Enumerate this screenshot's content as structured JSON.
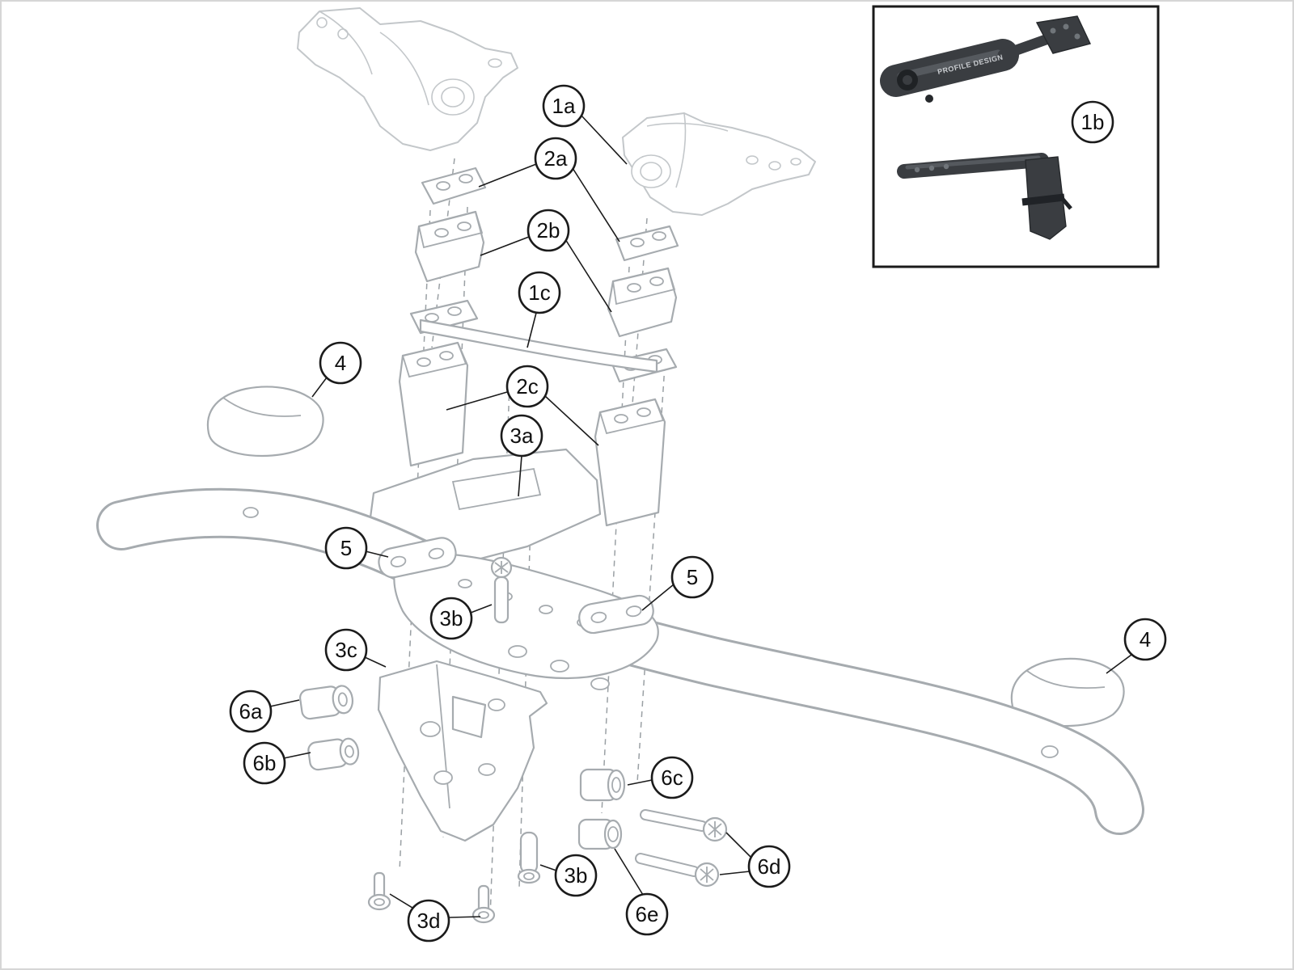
{
  "diagram": {
    "background": "#ffffff",
    "line_color": "#a6abaf",
    "callout_color": "#1b1b1b",
    "dark_part_color": "#3a3d41"
  },
  "inset": {
    "brand": "PROFILE DESIGN"
  },
  "callouts": {
    "c1a": {
      "label": "1a"
    },
    "c1b": {
      "label": "1b"
    },
    "c1c": {
      "label": "1c"
    },
    "c2a": {
      "label": "2a"
    },
    "c2b": {
      "label": "2b"
    },
    "c2c": {
      "label": "2c"
    },
    "c3a": {
      "label": "3a"
    },
    "c3b_top": {
      "label": "3b"
    },
    "c3b_bottom": {
      "label": "3b"
    },
    "c3c": {
      "label": "3c"
    },
    "c3d": {
      "label": "3d"
    },
    "c4_left": {
      "label": "4"
    },
    "c4_right": {
      "label": "4"
    },
    "c5_left": {
      "label": "5"
    },
    "c5_right": {
      "label": "5"
    },
    "c6a": {
      "label": "6a"
    },
    "c6b": {
      "label": "6b"
    },
    "c6c": {
      "label": "6c"
    },
    "c6d": {
      "label": "6d"
    },
    "c6e": {
      "label": "6e"
    }
  }
}
